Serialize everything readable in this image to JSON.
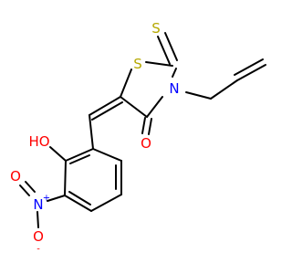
{
  "molecule": {
    "atoms": {
      "S_ring": {
        "label": "S",
        "color": "#b5a800"
      },
      "S_thione": {
        "label": "S",
        "color": "#b5a800"
      },
      "N_ring": {
        "label": "N",
        "color": "#0000ff"
      },
      "O_carbonyl": {
        "label": "O",
        "color": "#ff0000"
      },
      "O_hydroxyl": {
        "label": "HO",
        "color": "#ff0000"
      },
      "N_nitro": {
        "label": "N",
        "charge": "+",
        "color": "#0000ff"
      },
      "O_nitro_double": {
        "label": "O",
        "color": "#ff0000"
      },
      "O_nitro_single": {
        "label": "O",
        "charge": "-",
        "color": "#ff0000"
      }
    }
  }
}
